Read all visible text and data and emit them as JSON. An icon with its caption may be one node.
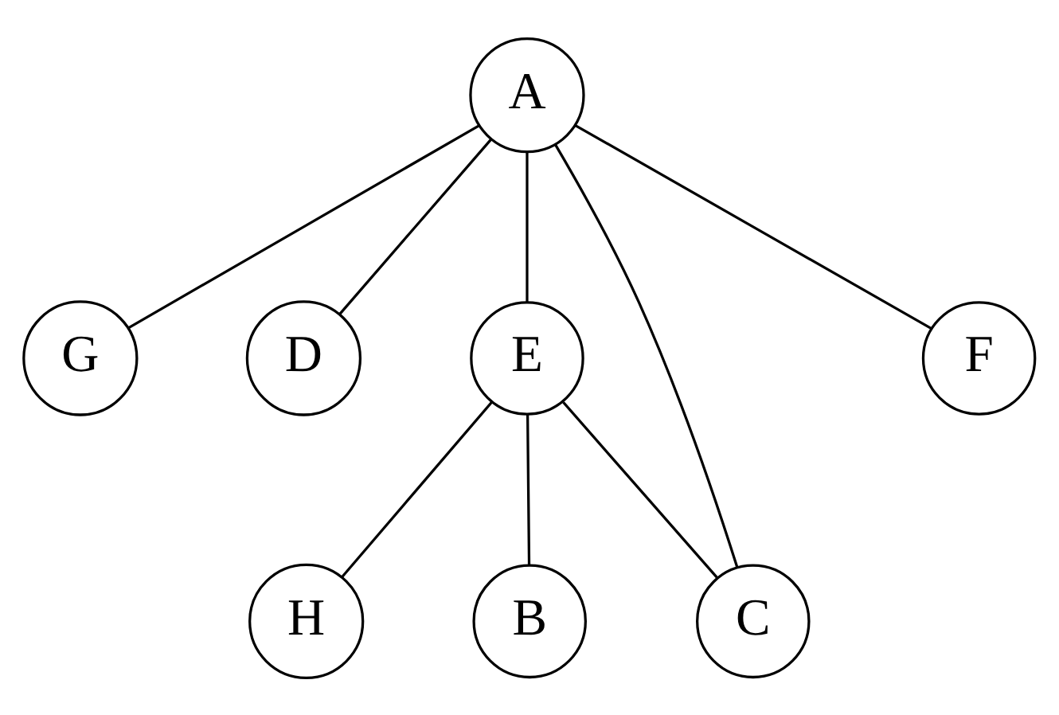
{
  "diagram": {
    "nodes": [
      {
        "text": [
          "A"
        ]
      },
      {
        "text": [
          "G"
        ]
      },
      {
        "text": [
          "H"
        ]
      },
      {
        "text": [
          "D"
        ]
      },
      {
        "text": [
          "B"
        ]
      },
      {
        "text": [
          "E"
        ]
      },
      {
        "text": [
          "C"
        ]
      },
      {
        "text": [
          "F"
        ]
      }
    ],
    "edges": [
      {
        "from": 0,
        "to": 1,
        "arrow": "none"
      },
      {
        "from": 0,
        "to": 3,
        "arrow": "none"
      },
      {
        "from": 0,
        "to": 7,
        "arrow": "none"
      },
      {
        "from": 0,
        "to": 5,
        "arrow": "none"
      },
      {
        "from": 0,
        "to": 6,
        "arrow": "none"
      },
      {
        "from": 5,
        "to": 2,
        "arrow": "none"
      },
      {
        "from": 5,
        "to": 4,
        "arrow": "none"
      },
      {
        "from": 5,
        "to": 6,
        "arrow": "none"
      }
    ]
  }
}
